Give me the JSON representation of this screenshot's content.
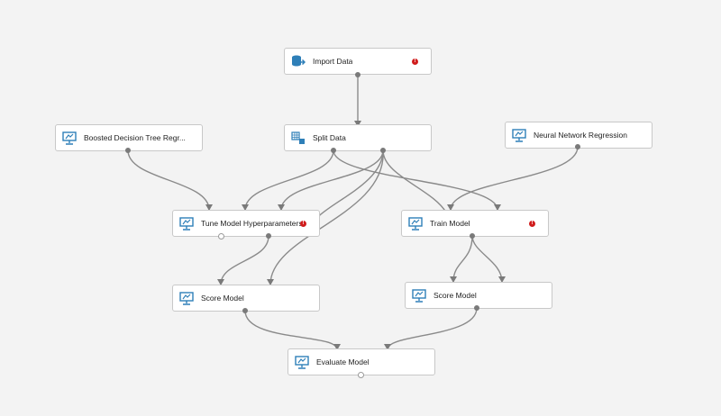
{
  "nodes": {
    "import_data": {
      "label": "Import Data",
      "icon": "database-import-icon",
      "error": true
    },
    "boosted_tree": {
      "label": "Boosted Decision Tree Regr...",
      "icon": "ml-model-icon",
      "error": false
    },
    "split_data": {
      "label": "Split Data",
      "icon": "split-data-icon",
      "error": false
    },
    "neural_net": {
      "label": "Neural Network Regression",
      "icon": "ml-model-icon",
      "error": false
    },
    "tune_model": {
      "label": "Tune Model Hyperparameters",
      "icon": "ml-model-icon",
      "error": true
    },
    "train_model": {
      "label": "Train Model",
      "icon": "ml-model-icon",
      "error": true
    },
    "score_model_left": {
      "label": "Score Model",
      "icon": "ml-model-icon",
      "error": false
    },
    "score_model_right": {
      "label": "Score Model",
      "icon": "ml-model-icon",
      "error": false
    },
    "evaluate_model": {
      "label": "Evaluate Model",
      "icon": "ml-model-icon",
      "error": false
    }
  },
  "error_glyph": "!",
  "colors": {
    "canvas": "#f3f3f3",
    "wire": "#7a7a7a",
    "error": "#d01c1c",
    "icon": "#2e7fb8"
  }
}
